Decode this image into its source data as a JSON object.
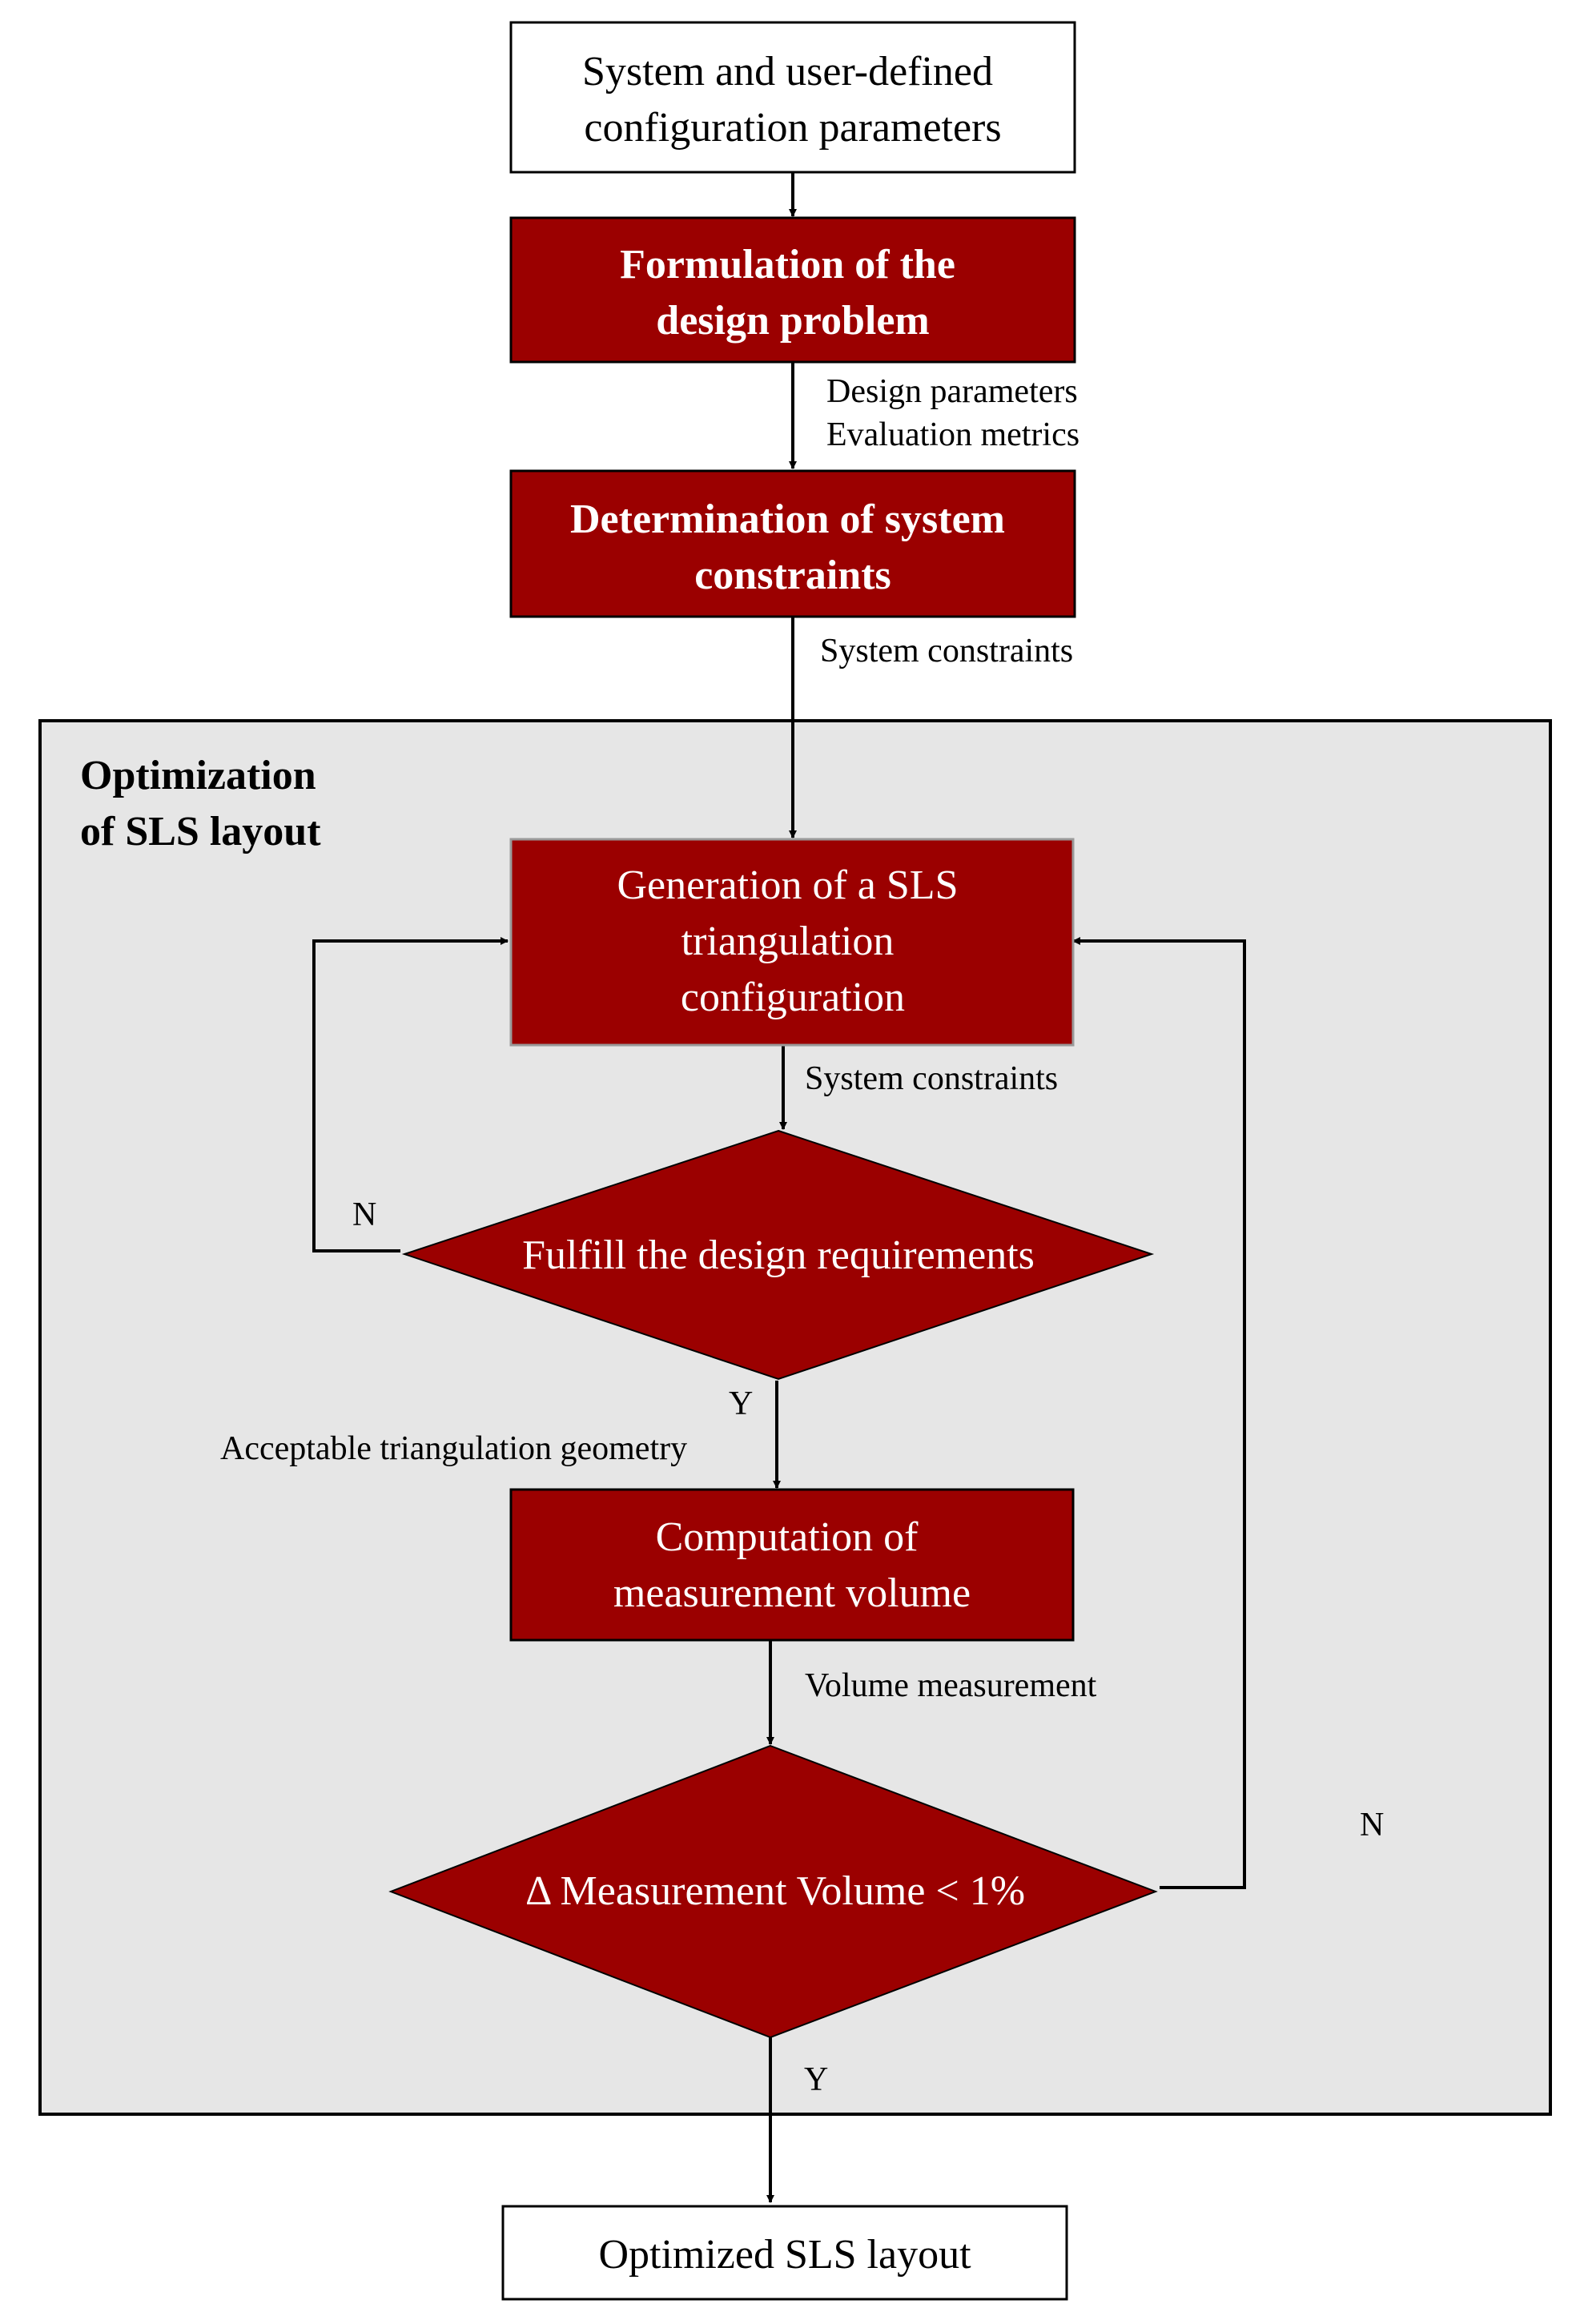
{
  "colors": {
    "process_fill": "#9b0000",
    "panel_fill": "#e6e6e6",
    "stroke": "#000000",
    "text_light": "#ffffff",
    "text_dark": "#000000"
  },
  "nodes": {
    "input": {
      "lines": [
        "System and user-defined",
        "configuration parameters"
      ]
    },
    "formulation": {
      "lines": [
        "Formulation of the",
        "design problem"
      ]
    },
    "determination": {
      "lines": [
        "Determination of system",
        "constraints"
      ]
    },
    "generation": {
      "lines": [
        "Generation of a SLS",
        "triangulation",
        "configuration"
      ]
    },
    "fulfill": {
      "lines": [
        "Fulfill the design requirements"
      ]
    },
    "computation": {
      "lines": [
        "Computation of",
        "measurement volume"
      ]
    },
    "delta": {
      "lines": [
        "Δ Measurement Volume < 1%"
      ]
    },
    "output": {
      "lines": [
        "Optimized SLS layout"
      ]
    }
  },
  "panel": {
    "title_lines": [
      "Optimization",
      "of SLS layout"
    ]
  },
  "edge_labels": {
    "design_parameters": "Design parameters",
    "evaluation_metrics": "Evaluation metrics",
    "system_constraints_1": "System constraints",
    "system_constraints_2": "System constraints",
    "acceptable_geometry": "Acceptable triangulation geometry",
    "volume_measurement": "Volume measurement",
    "fulfill_no": "N",
    "fulfill_yes": "Y",
    "delta_no": "N",
    "delta_yes": "Y"
  }
}
